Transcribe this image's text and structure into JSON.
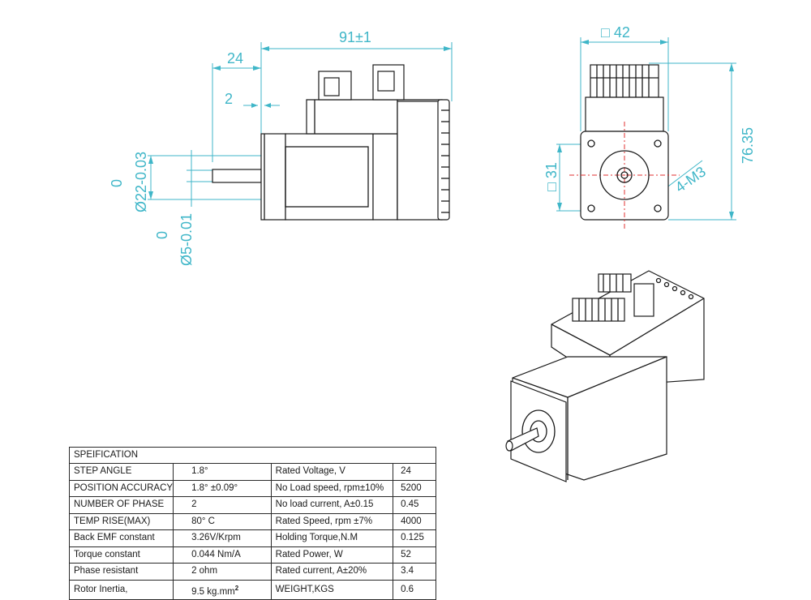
{
  "dimensions": {
    "overall_length": "91±1",
    "flange_length": "24",
    "flange_thickness": "2",
    "pilot_diameter": "Ø22-0.03",
    "pilot_diameter_upper": "0",
    "shaft_diameter": "Ø5-0.01",
    "shaft_diameter_upper": "0",
    "frame_size": "□ 42",
    "overall_height": "76.35",
    "hole_spacing": "□ 31",
    "mounting_holes": "4-M3"
  },
  "spec": {
    "title": "SPEIFICATION",
    "rows": [
      {
        "p1": "STEP ANGLE",
        "v1": "1.8°",
        "p2": "Rated Voltage, V",
        "v2": "24"
      },
      {
        "p1": "POSITION ACCURACY",
        "v1": "1.8° ±0.09°",
        "p2": "No Load speed, rpm±10%",
        "v2": "5200"
      },
      {
        "p1": "NUMBER OF PHASE",
        "v1": "2",
        "p2": "No load current, A±0.15",
        "v2": "0.45"
      },
      {
        "p1": "TEMP RISE(MAX)",
        "v1": "80° C",
        "p2": "Rated Speed, rpm ±7%",
        "v2": "4000"
      },
      {
        "p1": "Back EMF constant",
        "v1": "3.26V/Krpm",
        "p2": "Holding Torque,N.M",
        "v2": "0.125"
      },
      {
        "p1": "Torque constant",
        "v1": "0.044 Nm/A",
        "p2": "Rated Power, W",
        "v2": "52"
      },
      {
        "p1": "Phase resistant",
        "v1": "2 ohm",
        "p2": "Rated current, A±20%",
        "v2": "3.4"
      },
      {
        "p1": "Rotor Inertia,",
        "v1": "9.5 kg.mm",
        "v1_sup": "2",
        "p2": "WEIGHT,KGS",
        "v2": "0.6"
      }
    ]
  }
}
